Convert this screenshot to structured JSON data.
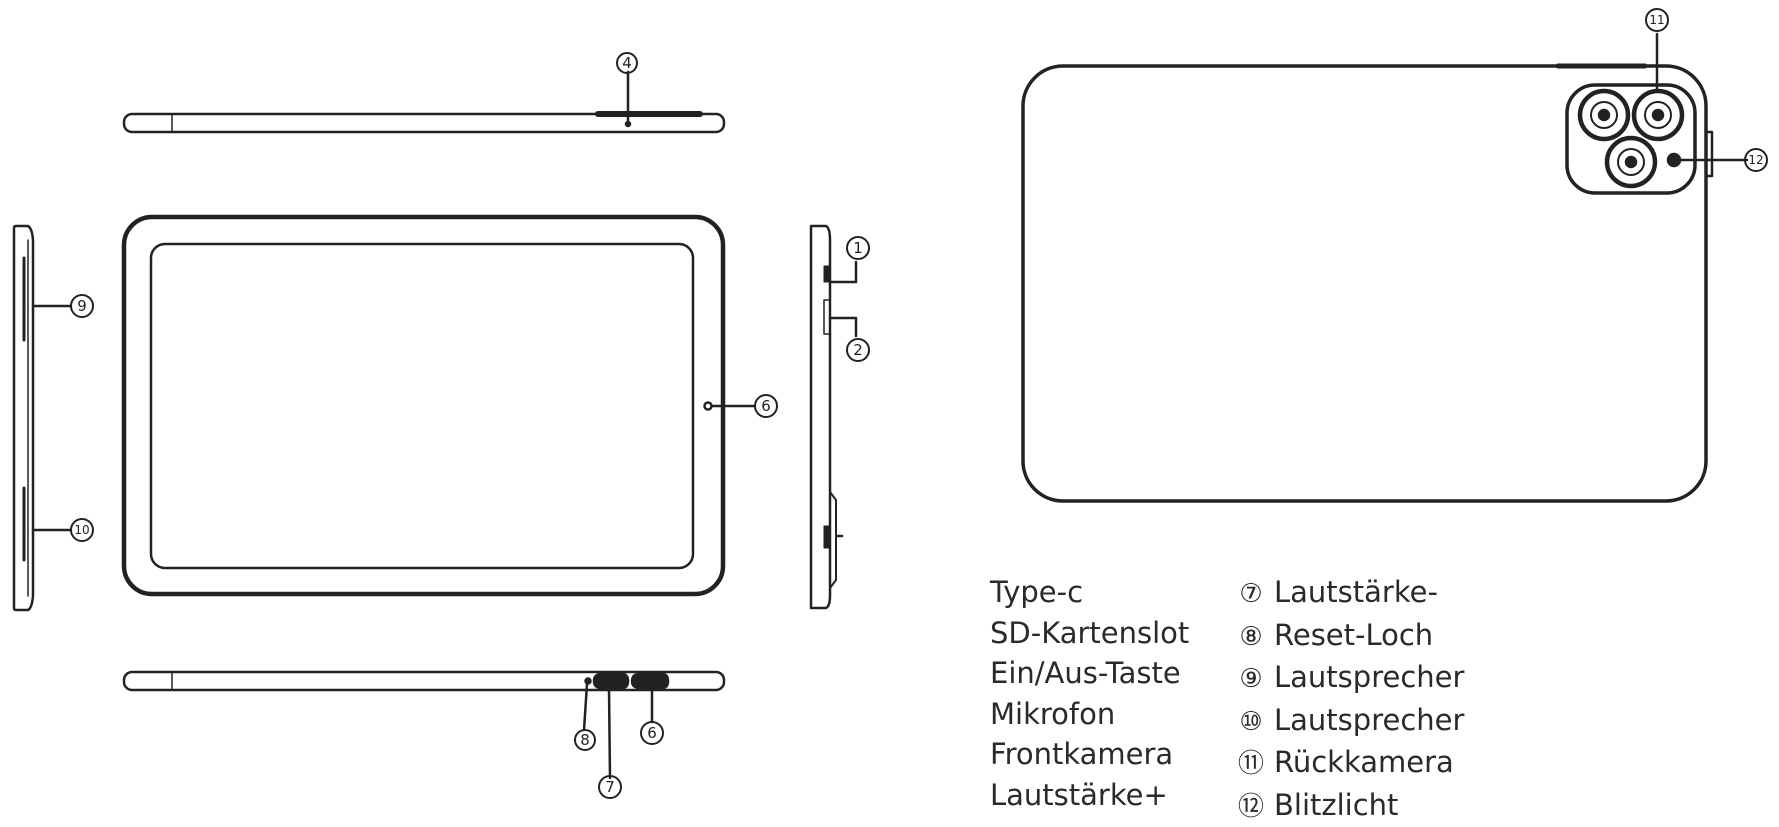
{
  "callouts": {
    "c1": "1",
    "c2": "2",
    "c4": "4",
    "c6": "6",
    "c7": "7",
    "c8": "8",
    "c9": "9",
    "c10": "10",
    "c11": "11",
    "c12": "12"
  },
  "legend": {
    "left": [
      "Type-c",
      "SD-Kartenslot",
      "Ein/Aus-Taste",
      "Mikrofon",
      "Frontkamera",
      "Lautstärke+"
    ],
    "right": [
      {
        "num": "⑦",
        "label": "Lautstärke-"
      },
      {
        "num": "⑧",
        "label": "Reset-Loch"
      },
      {
        "num": "⑨",
        "label": "Lautsprecher"
      },
      {
        "num": "⑩",
        "label": "Lautsprecher"
      },
      {
        "num": "⑪",
        "label": "Rückkamera"
      },
      {
        "num": "⑫",
        "label": "Blitzlicht"
      }
    ]
  }
}
